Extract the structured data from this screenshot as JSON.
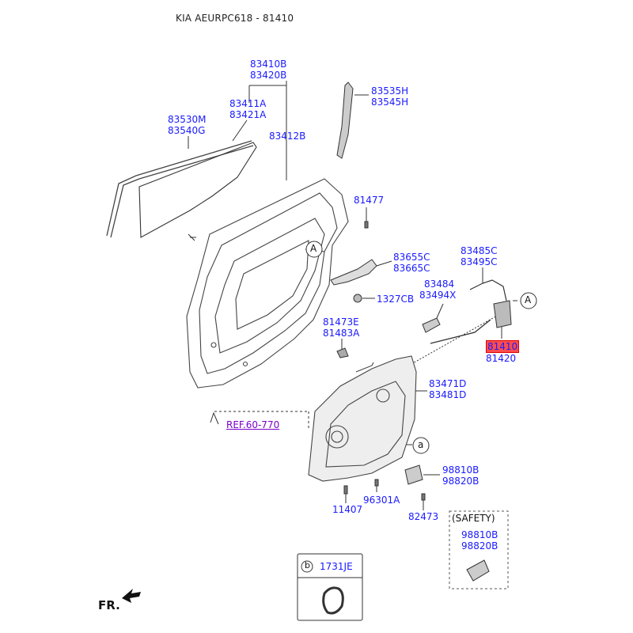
{
  "header": {
    "title": "KIA AEURPC618 - 81410"
  },
  "callouts": {
    "c83410b": "83410B",
    "c83420b": "83420B",
    "c83411a": "83411A",
    "c83421a": "83421A",
    "c83412b": "83412B",
    "c83530m": "83530M",
    "c83540g": "83540G",
    "c83535h": "83535H",
    "c83545h": "83545H",
    "c81477": "81477",
    "c83655c": "83655C",
    "c83665c": "83665C",
    "c1327cb": "1327CB",
    "c83485c": "83485C",
    "c83495c": "83495C",
    "c83484": "83484",
    "c83494x": "83494X",
    "c81410": "81410",
    "c81420": "81420",
    "c81473e": "81473E",
    "c81483a": "81483A",
    "c83471d": "83471D",
    "c83481d": "83481D",
    "c98810b": "98810B",
    "c98820b": "98820B",
    "c96301a": "96301A",
    "c11407": "11407",
    "c82473": "82473",
    "safety": "(SAFETY)",
    "s98810b": "98810B",
    "s98820b": "98820B",
    "inset_letter": "b",
    "inset_code": "1731JE"
  },
  "markers": {
    "A1": "A",
    "A2": "A",
    "a": "a"
  },
  "reference": "REF.60-770",
  "direction": "FR.",
  "colors": {
    "callout": "#1a1aff",
    "highlight": "#ff4d4d",
    "reference": "#7a00cc"
  }
}
